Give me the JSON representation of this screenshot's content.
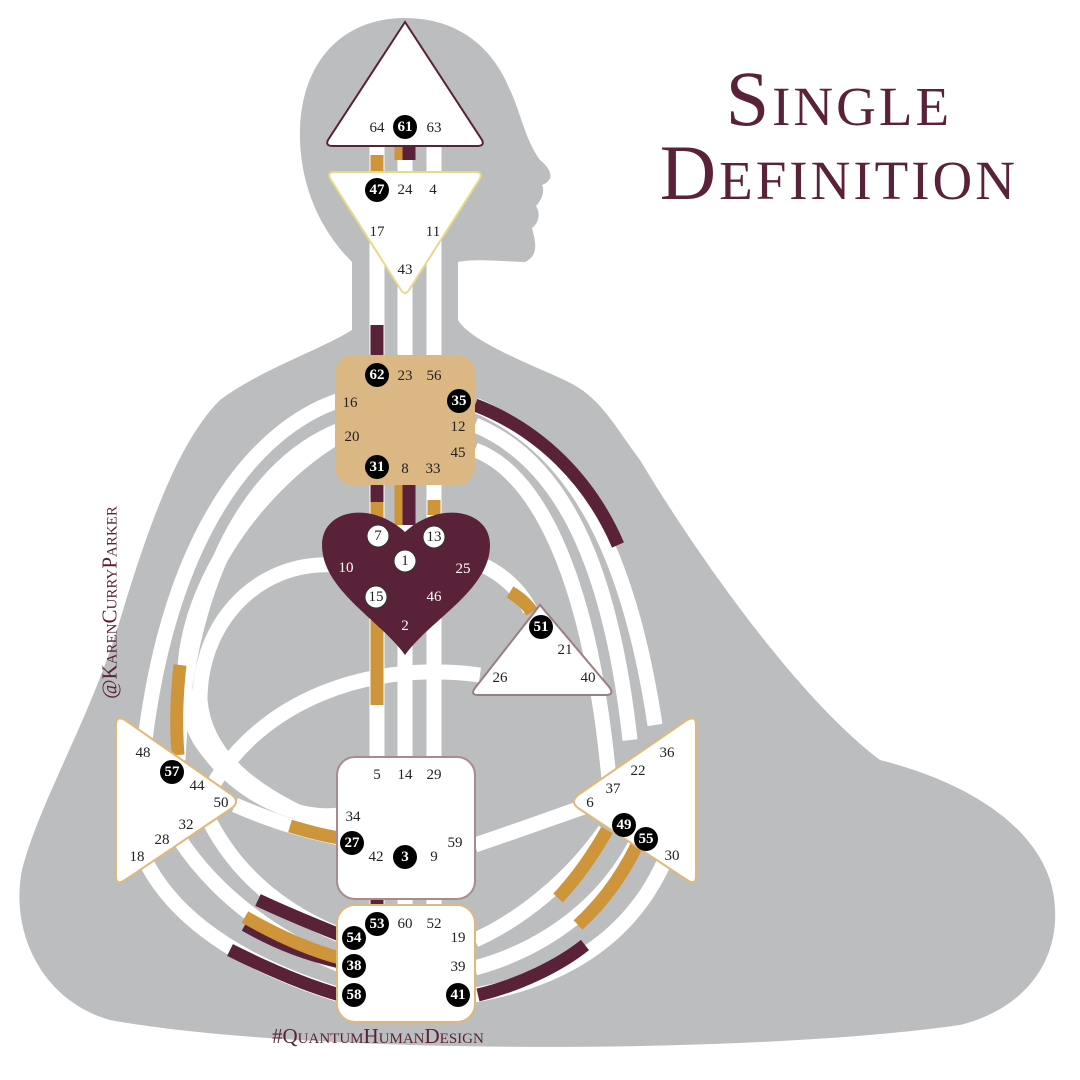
{
  "title_line1": "Single",
  "title_line2": "Definition",
  "credit_handle": "@KarenCurryParker",
  "credit_hashtag": "#QuantumHumanDesign",
  "colors": {
    "body": "#bbbdbf",
    "maroon": "#5a2238",
    "gold": "#cf953a",
    "throat": "#dbb783",
    "active_gate": "#000000"
  },
  "centers": {
    "head": [
      {
        "n": "64"
      },
      {
        "n": "61",
        "active": true
      },
      {
        "n": "63"
      }
    ],
    "ajna": [
      {
        "n": "47",
        "active": true
      },
      {
        "n": "24"
      },
      {
        "n": "4"
      },
      {
        "n": "17"
      },
      {
        "n": "11"
      },
      {
        "n": "43"
      }
    ],
    "throat": [
      {
        "n": "62",
        "active": true
      },
      {
        "n": "23"
      },
      {
        "n": "56"
      },
      {
        "n": "16"
      },
      {
        "n": "35",
        "active": true
      },
      {
        "n": "20"
      },
      {
        "n": "12"
      },
      {
        "n": "45"
      },
      {
        "n": "31",
        "active": true
      },
      {
        "n": "8"
      },
      {
        "n": "33"
      }
    ],
    "g": [
      {
        "n": "7",
        "ring": true
      },
      {
        "n": "13",
        "ring": true
      },
      {
        "n": "1",
        "ring": true
      },
      {
        "n": "10"
      },
      {
        "n": "25"
      },
      {
        "n": "15",
        "ring": true
      },
      {
        "n": "46"
      },
      {
        "n": "2"
      }
    ],
    "ego": [
      {
        "n": "51",
        "active": true
      },
      {
        "n": "21"
      },
      {
        "n": "26"
      },
      {
        "n": "40"
      }
    ],
    "sacral": [
      {
        "n": "5"
      },
      {
        "n": "14"
      },
      {
        "n": "29"
      },
      {
        "n": "34"
      },
      {
        "n": "27",
        "active": true
      },
      {
        "n": "42"
      },
      {
        "n": "3",
        "active": true
      },
      {
        "n": "9"
      },
      {
        "n": "59"
      }
    ],
    "root": [
      {
        "n": "53",
        "active": true
      },
      {
        "n": "60"
      },
      {
        "n": "52"
      },
      {
        "n": "54",
        "active": true
      },
      {
        "n": "19"
      },
      {
        "n": "38",
        "active": true
      },
      {
        "n": "39"
      },
      {
        "n": "58",
        "active": true
      },
      {
        "n": "41",
        "active": true
      }
    ],
    "spleen": [
      {
        "n": "48"
      },
      {
        "n": "57",
        "active": true
      },
      {
        "n": "44"
      },
      {
        "n": "50"
      },
      {
        "n": "32"
      },
      {
        "n": "28"
      },
      {
        "n": "18"
      }
    ],
    "solar_plexus": [
      {
        "n": "36"
      },
      {
        "n": "22"
      },
      {
        "n": "37"
      },
      {
        "n": "6"
      },
      {
        "n": "49",
        "active": true
      },
      {
        "n": "55",
        "active": true
      },
      {
        "n": "30"
      }
    ]
  }
}
